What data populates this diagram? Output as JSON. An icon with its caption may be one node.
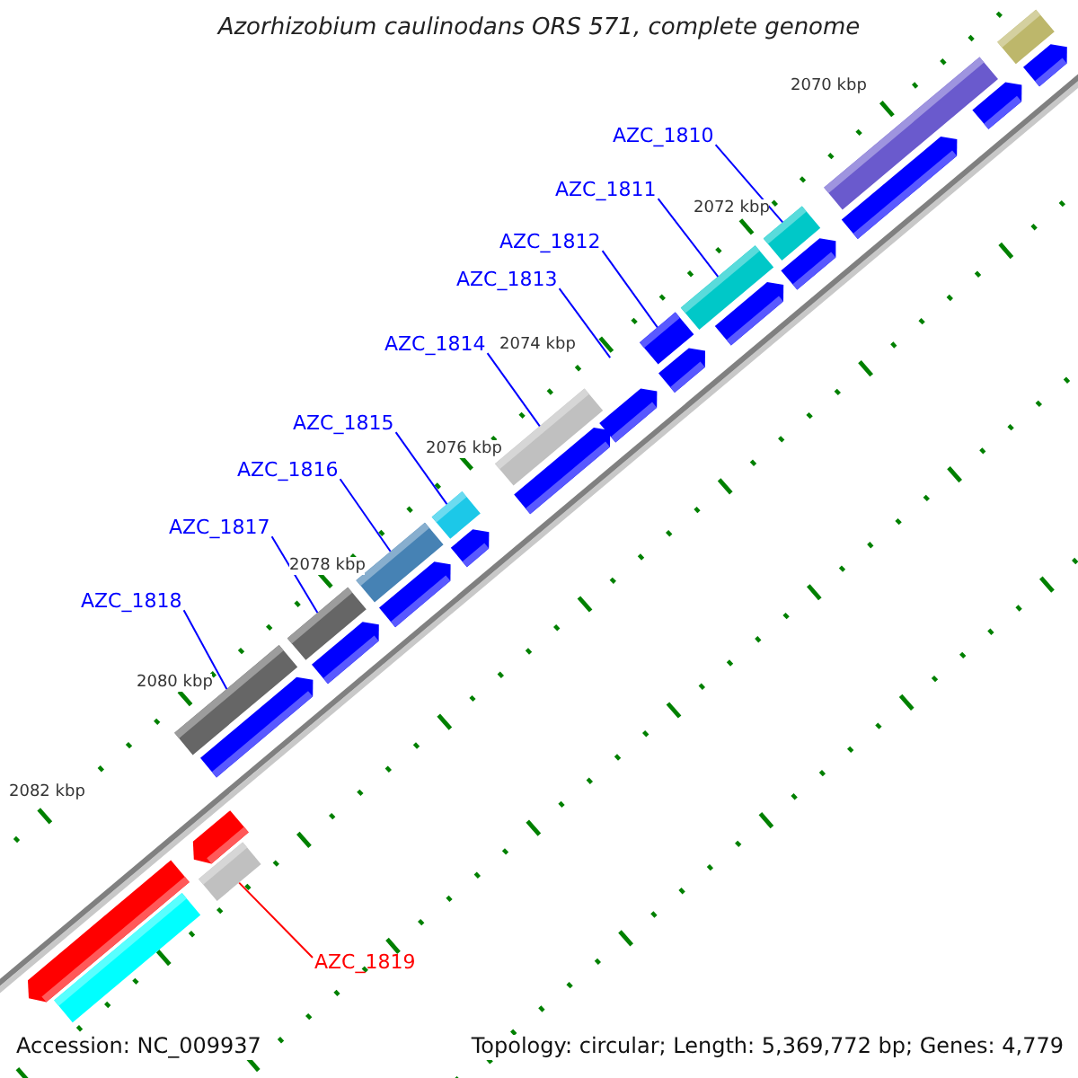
{
  "diagram": {
    "title": "Azorhizobium caulinodans ORS 571, complete genome",
    "nodes": [
      {
        "text": [
          "AZC_1810"
        ]
      },
      {
        "text": [
          "AZC_1811"
        ]
      },
      {
        "text": [
          "AZC_1812"
        ]
      },
      {
        "text": [
          "AZC_1813"
        ]
      },
      {
        "text": [
          "AZC_1814"
        ]
      },
      {
        "text": [
          "AZC_1815"
        ]
      },
      {
        "text": [
          "AZC_1816"
        ]
      },
      {
        "text": [
          "AZC_1817"
        ]
      },
      {
        "text": [
          "AZC_1818"
        ]
      },
      {
        "text": [
          "AZC_1819"
        ]
      },
      {
        "text": [],
        "shape": "bar"
      },
      {
        "text": [],
        "shape": "bar"
      },
      {
        "text": [],
        "shape": "bar"
      },
      {
        "text": [],
        "shape": "bar"
      },
      {
        "text": [],
        "shape": "bar"
      },
      {
        "text": [],
        "shape": "bar"
      },
      {
        "text": [],
        "shape": "bar"
      },
      {
        "text": [],
        "shape": "bar"
      },
      {
        "text": [],
        "shape": "bar"
      },
      {
        "text": [],
        "shape": "bar"
      },
      {
        "text": [],
        "shape": "box"
      },
      {
        "text": [],
        "shape": "bar"
      },
      {
        "text": [],
        "shape": "box"
      },
      {
        "text": [],
        "shape": "bar"
      },
      {
        "text": [],
        "shape": "box"
      },
      {
        "text": [],
        "shape": "box"
      },
      {
        "text": [],
        "shape": "box"
      },
      {
        "text": [],
        "shape": "box"
      },
      {
        "text": [],
        "shape": "box"
      },
      {
        "text": [],
        "shape": "box"
      },
      {
        "text": [],
        "shape": "box"
      },
      {
        "text": [],
        "shape": "box"
      },
      {
        "text": [],
        "shape": "box"
      },
      {
        "text": [],
        "shape": "box"
      },
      {
        "text": [],
        "shape": "box"
      },
      {
        "text": [],
        "shape": "box"
      }
    ],
    "edges": [
      {
        "from": 0,
        "to": 12,
        "arrow": "none"
      },
      {
        "from": 1,
        "to": 13,
        "arrow": "none"
      },
      {
        "from": 2,
        "to": 14,
        "arrow": "none"
      },
      {
        "from": 3,
        "to": null,
        "arrow": "none"
      },
      {
        "from": 4,
        "to": 15,
        "arrow": "none"
      },
      {
        "from": 5,
        "to": 16,
        "arrow": "none"
      },
      {
        "from": 6,
        "to": 17,
        "arrow": "none"
      },
      {
        "from": 7,
        "to": 18,
        "arrow": "none"
      },
      {
        "from": 8,
        "to": 19,
        "arrow": "none"
      },
      {
        "from": 9,
        "to": 21,
        "arrow": "none",
        "color": "#ff0000"
      }
    ],
    "labels": [
      "2070 kbp",
      "2072 kbp",
      "2074 kbp",
      "2076 kbp",
      "2078 kbp",
      "2080 kbp",
      "2082 kbp",
      "Accession: NC_009937",
      "Topology: circular; Length: 5,369,772 bp; Genes: 4,779"
    ]
  }
}
